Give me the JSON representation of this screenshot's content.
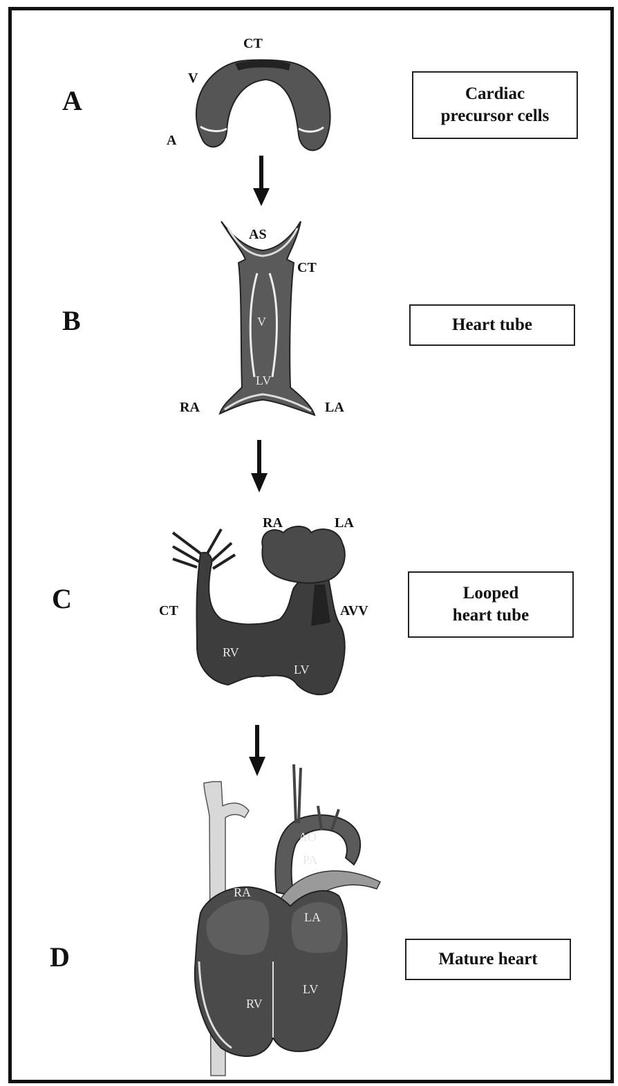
{
  "stages": [
    {
      "letter": "A",
      "box_lines": [
        "Cardiac",
        "precursor cells"
      ]
    },
    {
      "letter": "B",
      "box_lines": [
        "Heart tube"
      ]
    },
    {
      "letter": "C",
      "box_lines": [
        "Looped",
        "heart tube"
      ]
    },
    {
      "letter": "D",
      "box_lines": [
        "Mature heart"
      ]
    }
  ],
  "labels": {
    "a": {
      "ct": "CT",
      "v": "V",
      "a": "A"
    },
    "b": {
      "as": "AS",
      "ct": "CT",
      "v": "V",
      "lv": "LV",
      "ra": "RA",
      "la": "LA"
    },
    "c": {
      "ra": "RA",
      "la": "LA",
      "ct": "CT",
      "avv": "AVV",
      "rv": "RV",
      "lv": "LV"
    },
    "d": {
      "ao": "AO",
      "pa": "PA",
      "ra": "RA",
      "la": "LA",
      "rv": "RV",
      "lv": "LV"
    }
  },
  "colors": {
    "tissue": "#4a4a4a",
    "tissue_dark": "#2b2b2b",
    "tissue_light": "#9a9a9a",
    "vessel": "#d8d8d8"
  }
}
